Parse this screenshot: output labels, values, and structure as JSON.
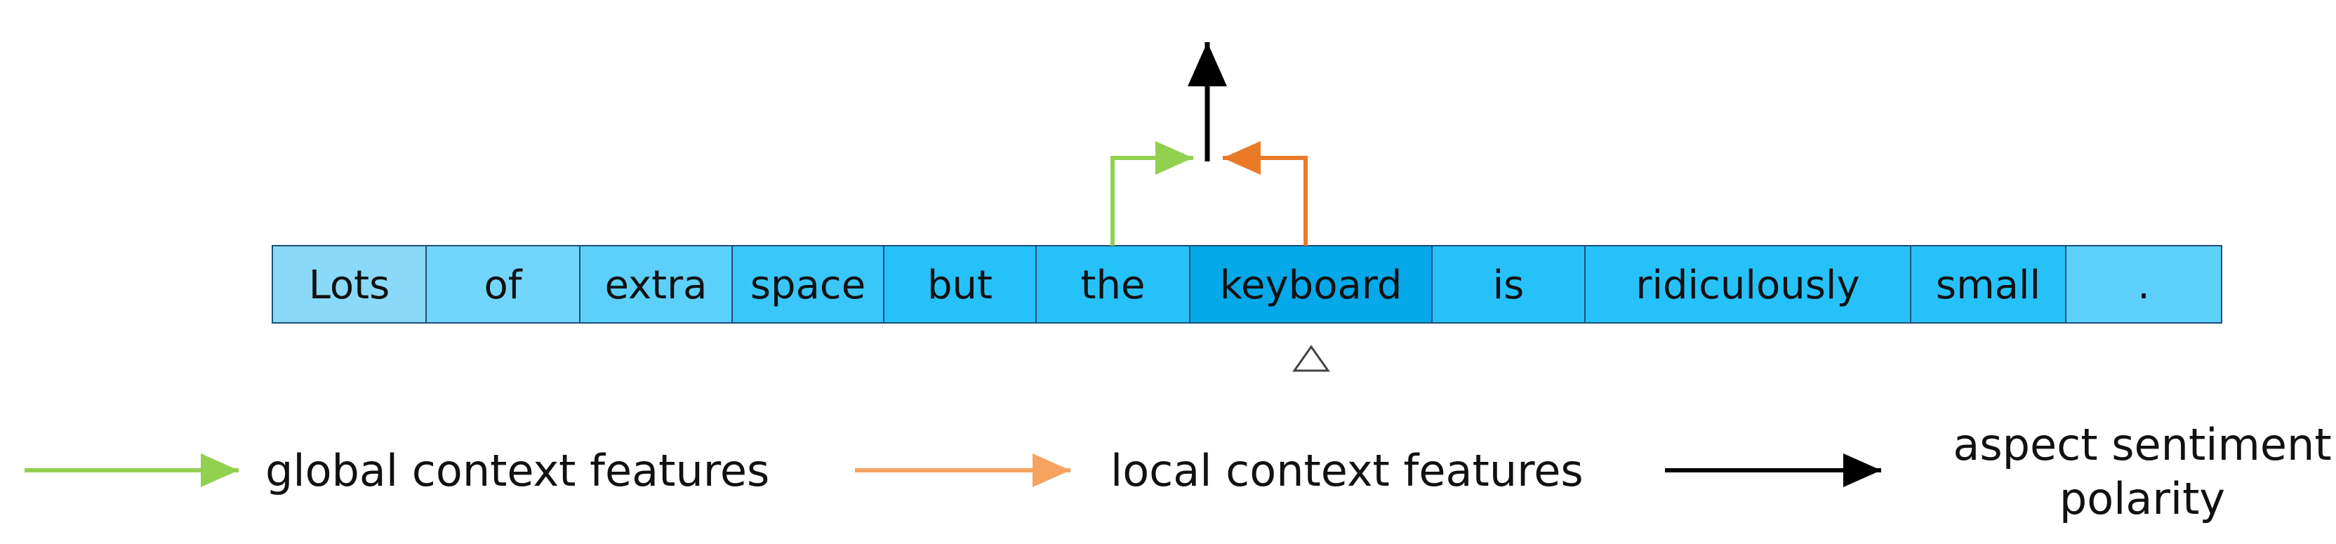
{
  "tokens": [
    {
      "text": "Lots",
      "color": "#8ad9f8"
    },
    {
      "text": "of",
      "color": "#72d6fb"
    },
    {
      "text": "extra",
      "color": "#5dd0fa"
    },
    {
      "text": "space",
      "color": "#3ac6f9"
    },
    {
      "text": "but",
      "color": "#27c1fa"
    },
    {
      "text": "the",
      "color": "#27c1fa"
    },
    {
      "text": "keyboard",
      "color": "#05a8e8"
    },
    {
      "text": "is",
      "color": "#27c1fa"
    },
    {
      "text": "ridiculously",
      "color": "#27c1fa"
    },
    {
      "text": "small",
      "color": "#27c1fa"
    },
    {
      "text": ".",
      "color": "#5dd0fa"
    }
  ],
  "aspect_index": 6,
  "colors": {
    "global": "#92d050",
    "local_link": "#e97a28",
    "local_legend": "#f4a460",
    "output": "#000000",
    "border": "#1f4e79"
  },
  "legend": {
    "global_label": "global context features",
    "local_label": "local context features",
    "output_label_line1": "aspect sentiment",
    "output_label_line2": "polarity"
  }
}
